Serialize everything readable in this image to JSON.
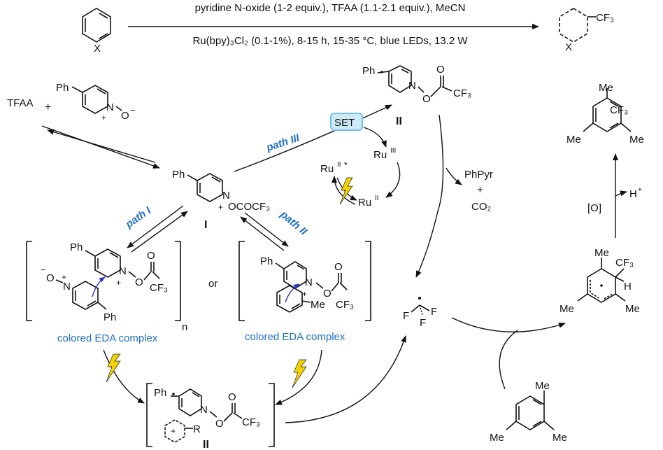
{
  "colors": {
    "text": "#111111",
    "blue": "#1f6fc6",
    "bolt": "#f4d400",
    "set_box": "#cfe9f7",
    "set_border": "#74c1ea",
    "curly": "#2a35c8"
  },
  "header": {
    "reagents_top": "pyridine N-oxide (1-2 equiv.), TFAA (1.1-2.1 equiv.), MeCN",
    "reagents_bottom": "Ru(bpy)₃Cl₂ (0.1-1%), 8-15 h, 15-35 °C, blue LEDs, 13.2 W",
    "substrate_x": "X",
    "product_x": "X",
    "product_cf3": "CF₃"
  },
  "reactants": {
    "tfaa": "TFAA",
    "plus": "+",
    "ph": "Ph",
    "n_plus": "N",
    "o_minus": "O",
    "plus_sign": "+",
    "minus_sign": "−"
  },
  "intermediate_I": {
    "ph": "Ph",
    "n": "N",
    "plus": "+",
    "oc": "OCOCF₃",
    "label": "I"
  },
  "paths": {
    "path1": "path I",
    "path2": "path II",
    "path3": "path III"
  },
  "set": "SET",
  "ru": {
    "ru3": "Ru",
    "ru3_sup": "III",
    "ru2star": "Ru",
    "ru2star_sup": "II",
    "star": "*",
    "ru2": "Ru",
    "ru2_sup": "II"
  },
  "radical_II_top": {
    "ph": "Ph",
    "n": "N",
    "o": "O",
    "o2": "O",
    "cf3": "CF₃",
    "label": "II"
  },
  "byproducts": {
    "phpyr": "PhPyr",
    "plus": "+",
    "co2": "CO₂"
  },
  "eda1": {
    "minus": "−",
    "o": "O",
    "n1": "N",
    "plus1": "+",
    "plus2": "+",
    "n2": "N",
    "o2": "O",
    "o3": "O",
    "cf3": "CF₃",
    "ph1": "Ph",
    "ph2": "Ph",
    "n_sub": "n",
    "label": "colored EDA complex"
  },
  "eda2": {
    "ph": "Ph",
    "n": "N",
    "plus": "+",
    "o": "O",
    "o2": "O",
    "cf3": "CF₃",
    "me": "Me",
    "label": "colored EDA complex"
  },
  "or": "or",
  "radical_pair": {
    "ph": "Ph",
    "n": "N",
    "o": "O",
    "o2": "O",
    "cf3": "CF₃",
    "r": "R",
    "plus": "+",
    "label": "II"
  },
  "cf3_radical": {
    "f1": "F",
    "f2": "F",
    "f3": "F"
  },
  "mesitylene": {
    "me1": "Me",
    "me2": "Me",
    "me3": "Me"
  },
  "cyclohexadienyl": {
    "me1": "Me",
    "me2": "Me",
    "me3": "Me",
    "cf3": "CF₃",
    "h": "H"
  },
  "oxidation": {
    "o": "[O]",
    "h_plus": "H",
    "h_sup": "+"
  },
  "product": {
    "me1": "Me",
    "me2": "Me",
    "me3": "Me",
    "cf3": "CF₃"
  }
}
